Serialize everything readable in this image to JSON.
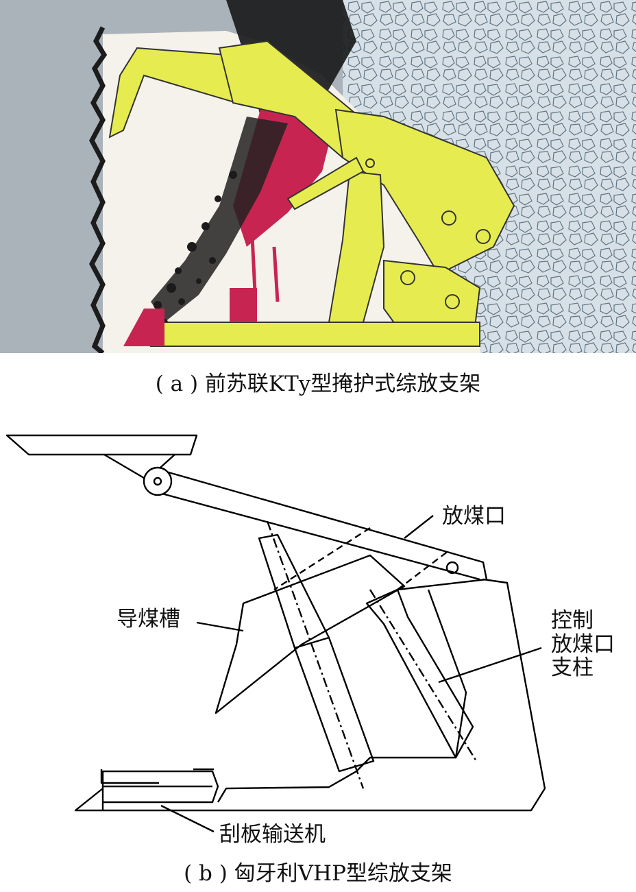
{
  "colors": {
    "rock": "#aab2ba",
    "cavity": "#f4f2ea",
    "support_yellow": "#e6ec4f",
    "support_red": "#c82451",
    "coal": "#1b1b1b",
    "gob_bg": "#d7e0e6",
    "line": "#000000"
  },
  "figure_a": {
    "caption": "( a ) 前苏联KTy型掩护式综放支架"
  },
  "figure_b": {
    "caption": "( b ) 匈牙利VHP型综放支架",
    "labels": {
      "fangmeikou": "放煤口",
      "daomeicao": "导煤槽",
      "kongzhi": [
        "控制",
        "放煤口",
        "支柱"
      ],
      "guaban": "刮板输送机"
    }
  }
}
